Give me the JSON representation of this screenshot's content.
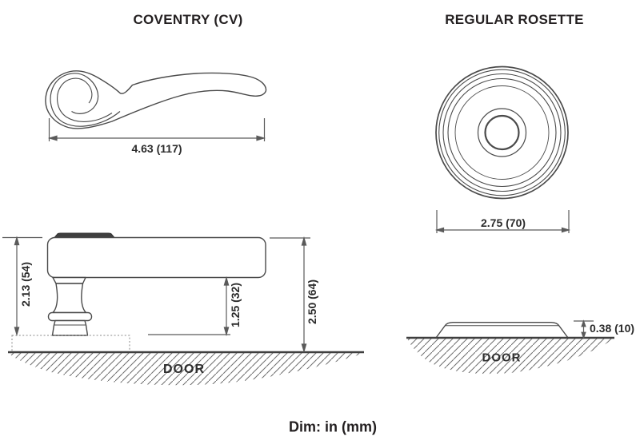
{
  "titles": {
    "left": "COVENTRY (CV)",
    "right": "REGULAR ROSETTE"
  },
  "lever_front_view": {
    "length": "4.63 (117)"
  },
  "rosette_front_view": {
    "diameter": "2.75 (70)"
  },
  "lever_side_view": {
    "height_to_base": "2.13 (54)",
    "underside_clearance": "1.25 (32)",
    "overall_projection": "2.50 (64)",
    "door": "DOOR"
  },
  "rosette_side_view": {
    "thickness": "0.38 (10)",
    "door": "DOOR"
  },
  "footer": {
    "dim_note": "Dim: in (mm)"
  },
  "colors": {
    "outline": "#4a4a4a",
    "dimension_line": "#5a5a5a",
    "text": "#231f20",
    "grip_cap_fill": "#3f3f3f",
    "hatch": "#6e6e6e",
    "background": "#ffffff"
  }
}
